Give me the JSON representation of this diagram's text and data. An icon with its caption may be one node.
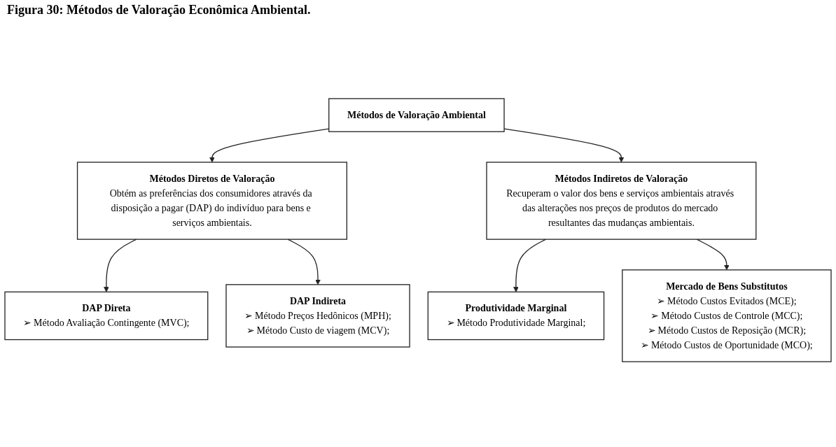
{
  "diagram": {
    "title": "Figura 30: Métodos de Valoração Econômica Ambiental.",
    "nodes": [
      {
        "text": [
          "Métodos de Valoração Ambiental"
        ]
      },
      {
        "text": [
          "Métodos Diretos de Valoração",
          "Obtém as preferências dos consumidores através da disposição a pagar (DAP) do indivíduo para bens e serviços ambientais."
        ]
      },
      {
        "text": [
          "Métodos Indiretos de Valoração",
          "Recuperam o valor dos bens e serviços ambientais através das alterações nos preços de produtos do mercado resultantes das mudanças ambientais."
        ]
      },
      {
        "text": [
          "DAP Direta",
          "➢ Método Avaliação Contingente (MVC);"
        ]
      },
      {
        "text": [
          "DAP Indireta",
          "➢ Método Preços Hedônicos (MPH);",
          "➢ Método Custo de viagem  (MCV);"
        ]
      },
      {
        "text": [
          "Produtividade Marginal",
          "➢ Método Produtividade Marginal;"
        ]
      },
      {
        "text": [
          "Mercado de Bens Substitutos",
          "➢ Método Custos Evitados (MCE);",
          "➢ Método Custos de Controle (MCC);",
          "➢ Método Custos de Reposição (MCR);",
          "➢ Método Custos de Oportunidade (MCO);"
        ]
      }
    ],
    "edges": [
      {
        "from": 0,
        "to": 1,
        "arrow": "to"
      },
      {
        "from": 0,
        "to": 2,
        "arrow": "to"
      },
      {
        "from": 1,
        "to": 3,
        "arrow": "to"
      },
      {
        "from": 1,
        "to": 4,
        "arrow": "to"
      },
      {
        "from": 2,
        "to": 5,
        "arrow": "to"
      },
      {
        "from": 2,
        "to": 6,
        "arrow": "to"
      }
    ]
  }
}
